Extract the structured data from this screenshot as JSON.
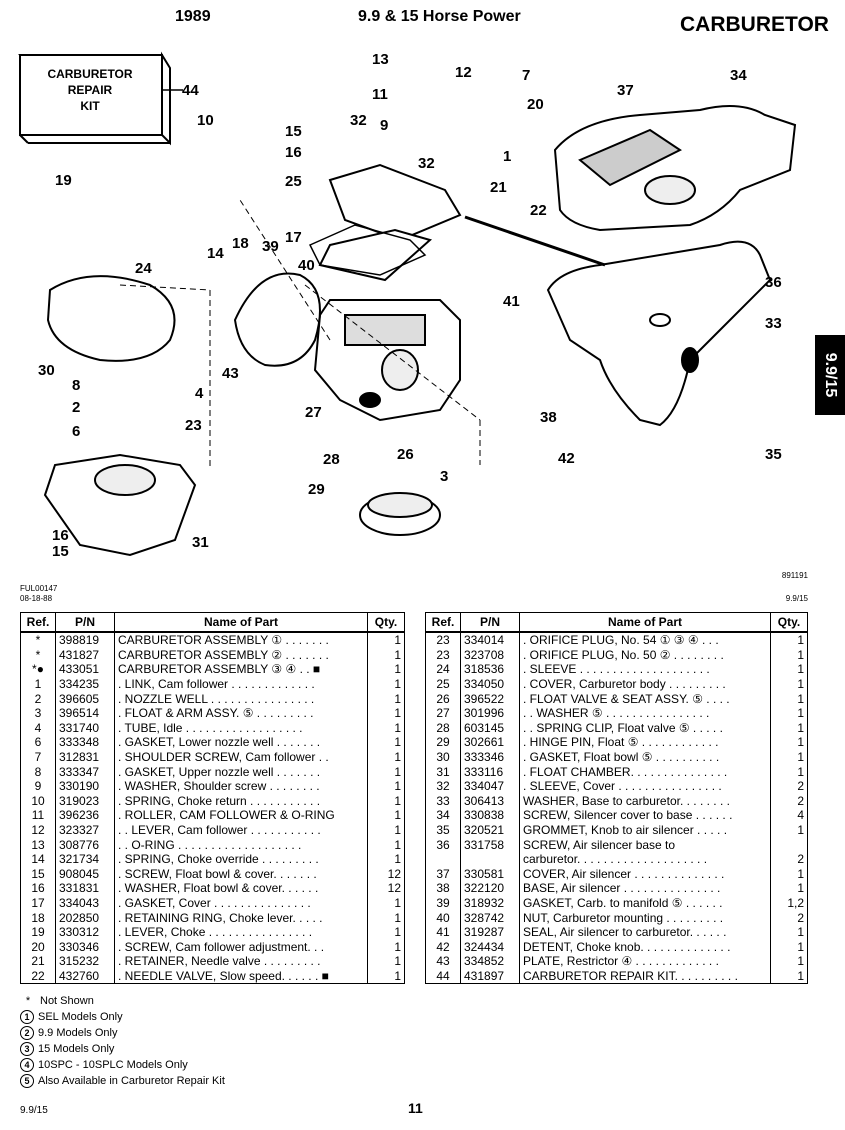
{
  "header": {
    "year": "1989",
    "model": "9.9 & 15 Horse Power",
    "section": "CARBURETOR"
  },
  "side_tab": "9.9/15",
  "diagram": {
    "kit_label": [
      "CARBURETOR",
      "REPAIR",
      "KIT"
    ],
    "callouts": [
      "44",
      "10",
      "19",
      "24",
      "14",
      "18",
      "39",
      "17",
      "40",
      "43",
      "15",
      "16",
      "25",
      "32",
      "9",
      "13",
      "11",
      "12",
      "7",
      "20",
      "32",
      "1",
      "21",
      "22",
      "37",
      "34",
      "36",
      "33",
      "41",
      "38",
      "35",
      "42",
      "30",
      "8",
      "4",
      "2",
      "6",
      "23",
      "27",
      "26",
      "28",
      "29",
      "3",
      "16",
      "15",
      "31"
    ],
    "code_left": "FUL00147",
    "date_left": "08-18-88",
    "code_right": "891191",
    "code_right2": "9.9/15"
  },
  "table_headers": {
    "ref": "Ref.",
    "pn": "P/N",
    "name": "Name of Part",
    "qty": "Qty."
  },
  "left_table": [
    {
      "ref": "*",
      "pn": "398819",
      "name": "CARBURETOR ASSEMBLY ① . . . . . . .",
      "qty": "1"
    },
    {
      "ref": "*",
      "pn": "431827",
      "name": "CARBURETOR ASSEMBLY ② . . . . . . .",
      "qty": "1"
    },
    {
      "ref": "*●",
      "pn": "433051",
      "name": "CARBURETOR ASSEMBLY ③ ④ . . ■",
      "qty": "1"
    },
    {
      "ref": "1",
      "pn": "334235",
      "name": ". LINK, Cam follower . . . . . . . . . . . . .",
      "qty": "1"
    },
    {
      "ref": "2",
      "pn": "396605",
      "name": ". NOZZLE WELL . . . . . . . . . . . . . . . .",
      "qty": "1"
    },
    {
      "ref": "3",
      "pn": "396514",
      "name": ". FLOAT & ARM ASSY. ⑤ . . . . . . . . .",
      "qty": "1"
    },
    {
      "ref": "4",
      "pn": "331740",
      "name": ". TUBE, Idle . . . . . . . . . . . . . . . . . .",
      "qty": "1"
    },
    {
      "ref": "6",
      "pn": "333348",
      "name": ". GASKET, Lower nozzle well . . . . . . .",
      "qty": "1"
    },
    {
      "ref": "7",
      "pn": "312831",
      "name": ". SHOULDER SCREW, Cam follower . .",
      "qty": "1"
    },
    {
      "ref": "8",
      "pn": "333347",
      "name": ". GASKET, Upper nozzle well . . . . . . .",
      "qty": "1"
    },
    {
      "ref": "9",
      "pn": "330190",
      "name": ". WASHER, Shoulder screw . . . . . . . .",
      "qty": "1"
    },
    {
      "ref": "10",
      "pn": "319023",
      "name": ". SPRING, Choke return . . . . . . . . . . .",
      "qty": "1"
    },
    {
      "ref": "11",
      "pn": "396236",
      "name": ". ROLLER, CAM FOLLOWER & O-RING",
      "qty": "1"
    },
    {
      "ref": "12",
      "pn": "323327",
      "name": ". . LEVER, Cam follower . . . . . . . . . . .",
      "qty": "1"
    },
    {
      "ref": "13",
      "pn": "308776",
      "name": ". . O-RING . . . . . . . . . . . . . . . . . . .",
      "qty": "1"
    },
    {
      "ref": "14",
      "pn": "321734",
      "name": ". SPRING, Choke override . . . . . . . . .",
      "qty": "1"
    },
    {
      "ref": "15",
      "pn": "908045",
      "name": ". SCREW, Float bowl & cover. . . . . . .",
      "qty": "12"
    },
    {
      "ref": "16",
      "pn": "331831",
      "name": ". WASHER, Float bowl & cover. . . . . .",
      "qty": "12"
    },
    {
      "ref": "17",
      "pn": "334043",
      "name": ". GASKET, Cover . . . . . . . . . . . . . . .",
      "qty": "1"
    },
    {
      "ref": "18",
      "pn": "202850",
      "name": ". RETAINING RING, Choke lever. . . . .",
      "qty": "1"
    },
    {
      "ref": "19",
      "pn": "330312",
      "name": ". LEVER, Choke . . . . . . . . . . . . . . . .",
      "qty": "1"
    },
    {
      "ref": "20",
      "pn": "330346",
      "name": ". SCREW, Cam follower adjustment. . .",
      "qty": "1"
    },
    {
      "ref": "21",
      "pn": "315232",
      "name": ". RETAINER, Needle valve . . . . . . . . .",
      "qty": "1"
    },
    {
      "ref": "22",
      "pn": "432760",
      "name": ". NEEDLE VALVE, Slow speed. . . . . . ■",
      "qty": "1"
    }
  ],
  "right_table": [
    {
      "ref": "23",
      "pn": "334014",
      "name": ". ORIFICE PLUG, No. 54 ① ③ ④ . . .",
      "qty": "1"
    },
    {
      "ref": "23",
      "pn": "323708",
      "name": ". ORIFICE PLUG, No. 50 ② . . . . . . . .",
      "qty": "1"
    },
    {
      "ref": "24",
      "pn": "318536",
      "name": ". SLEEVE . . . . . . . . . . . . . . . . . . . .",
      "qty": "1"
    },
    {
      "ref": "25",
      "pn": "334050",
      "name": ". COVER, Carburetor body . . . . . . . . .",
      "qty": "1"
    },
    {
      "ref": "26",
      "pn": "396522",
      "name": ". FLOAT VALVE & SEAT ASSY. ⑤ . . . .",
      "qty": "1"
    },
    {
      "ref": "27",
      "pn": "301996",
      "name": ". . WASHER ⑤ . . . . . . . . . . . . . . . .",
      "qty": "1"
    },
    {
      "ref": "28",
      "pn": "603145",
      "name": ". . SPRING CLIP, Float valve ⑤ . . . . .",
      "qty": "1"
    },
    {
      "ref": "29",
      "pn": "302661",
      "name": ". HINGE PIN, Float ⑤ . . . . . . . . . . . .",
      "qty": "1"
    },
    {
      "ref": "30",
      "pn": "333346",
      "name": ". GASKET, Float bowl ⑤ . . . . . . . . . .",
      "qty": "1"
    },
    {
      "ref": "31",
      "pn": "333116",
      "name": ". FLOAT CHAMBER. . . . . . . . . . . . . . .",
      "qty": "1"
    },
    {
      "ref": "32",
      "pn": "334047",
      "name": ". SLEEVE, Cover . . . . . . . . . . . . . . . .",
      "qty": "2"
    },
    {
      "ref": "33",
      "pn": "306413",
      "name": "WASHER, Base to carburetor. . . . . . . .",
      "qty": "2"
    },
    {
      "ref": "34",
      "pn": "330838",
      "name": "SCREW, Silencer cover to base . . . . . .",
      "qty": "4"
    },
    {
      "ref": "35",
      "pn": "320521",
      "name": "GROMMET, Knob to air silencer . . . . .",
      "qty": "1"
    },
    {
      "ref": "36",
      "pn": "331758",
      "name": "SCREW, Air silencer base to",
      "qty": ""
    },
    {
      "ref": "",
      "pn": "",
      "name": "carburetor. . . . . . . . . . . . . . . . . . . .",
      "qty": "2"
    },
    {
      "ref": "37",
      "pn": "330581",
      "name": "COVER, Air silencer . . . . . . . . . . . . . .",
      "qty": "1"
    },
    {
      "ref": "38",
      "pn": "322120",
      "name": "BASE, Air silencer . . . . . . . . . . . . . . .",
      "qty": "1"
    },
    {
      "ref": "39",
      "pn": "318932",
      "name": "GASKET, Carb. to manifold ⑤ . . . . . .",
      "qty": "1,2"
    },
    {
      "ref": "40",
      "pn": "328742",
      "name": "NUT, Carburetor mounting . . . . . . . . .",
      "qty": "2"
    },
    {
      "ref": "41",
      "pn": "319287",
      "name": "SEAL, Air silencer to carburetor. . . . . .",
      "qty": "1"
    },
    {
      "ref": "42",
      "pn": "324434",
      "name": "DETENT, Choke knob. . . . . . . . . . . . . .",
      "qty": "1"
    },
    {
      "ref": "43",
      "pn": "334852",
      "name": "PLATE, Restrictor ④ . . . . . . . . . . . . .",
      "qty": "1"
    },
    {
      "ref": "44",
      "pn": "431897",
      "name": "CARBURETOR REPAIR KIT. . . . . . . . . .",
      "qty": "1"
    }
  ],
  "notes": [
    {
      "mark": "*",
      "text": "Not Shown"
    },
    {
      "mark": "1",
      "text": "SEL Models Only"
    },
    {
      "mark": "2",
      "text": "9.9 Models Only"
    },
    {
      "mark": "3",
      "text": "15 Models Only"
    },
    {
      "mark": "4",
      "text": "10SPC - 10SPLC Models Only"
    },
    {
      "mark": "5",
      "text": "Also Available in Carburetor Repair Kit"
    }
  ],
  "footer": {
    "left": "9.9/15",
    "page": "11"
  }
}
